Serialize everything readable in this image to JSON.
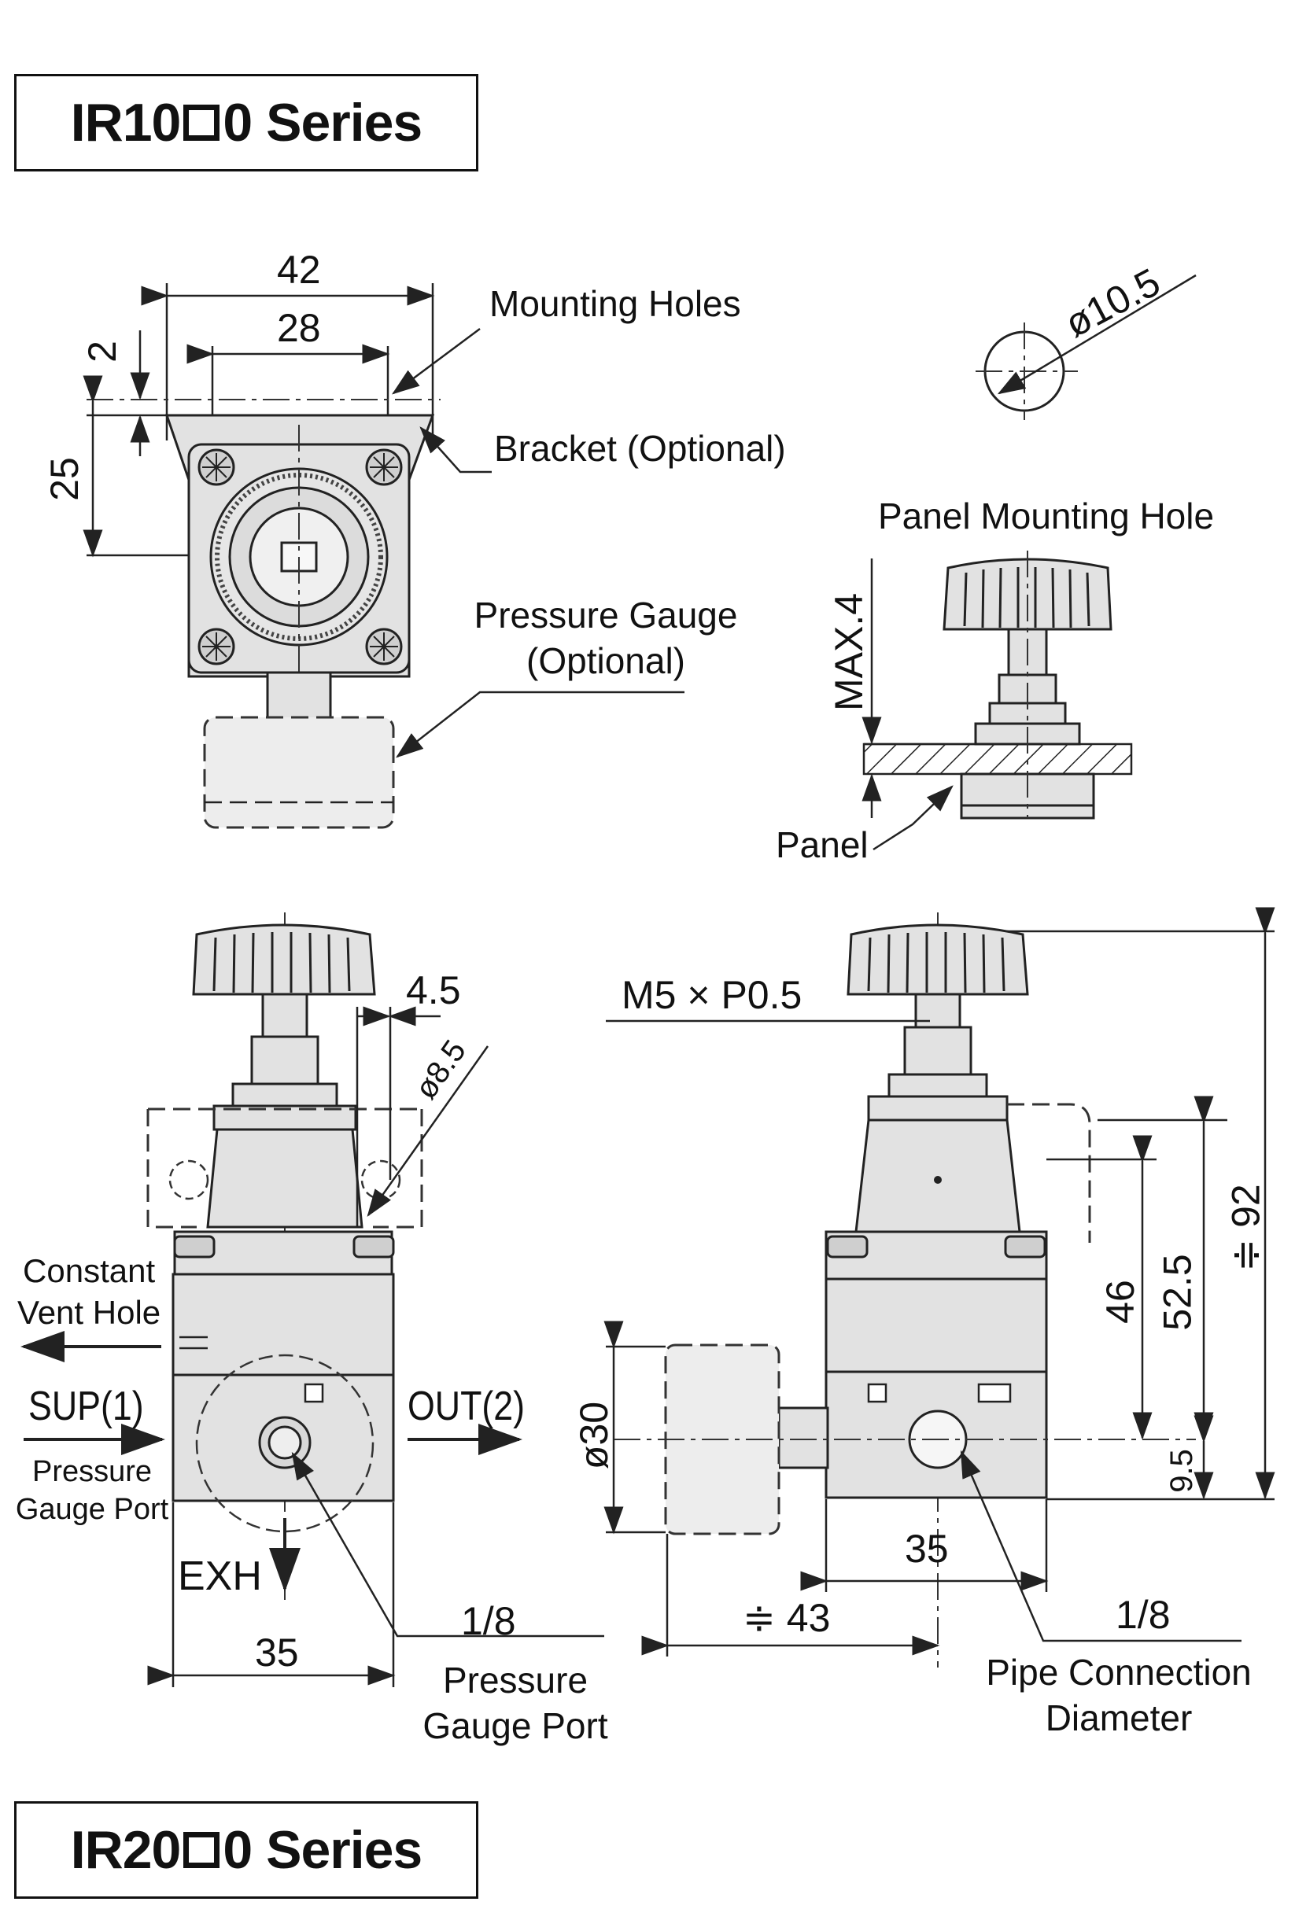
{
  "top_series": {
    "prefix": "IR10",
    "suffix": "0 Series"
  },
  "bottom_series": {
    "prefix": "IR20",
    "suffix": "0 Series"
  },
  "labels": {
    "mounting_holes": "Mounting Holes",
    "bracket": "Bracket (Optional)",
    "pressure_gauge_line1": "Pressure Gauge",
    "pressure_gauge_line2": "(Optional)",
    "panel_mounting_hole": "Panel Mounting Hole",
    "panel": "Panel",
    "constant_vent_line1": "Constant",
    "constant_vent_line2": "Vent Hole",
    "sup": "SUP(1)",
    "out": "OUT(2)",
    "exh": "EXH",
    "pg_port_left_line1": "Pressure",
    "pg_port_left_line2": "Gauge Port",
    "pg_port_bottom_line1": "Pressure",
    "pg_port_bottom_line2": "Gauge Port",
    "pipe_conn_line1": "Pipe Connection",
    "pipe_conn_line2": "Diameter",
    "thread": "M5 × P0.5"
  },
  "dimensions": {
    "w42": "42",
    "w28": "28",
    "t2": "2",
    "h25": "25",
    "d10_5": "ø10.5",
    "max4": "MAX.4",
    "d4_5": "4.5",
    "d8_5": "ø8.5",
    "w35_left": "35",
    "p18_left": "1/8",
    "d30": "ø30",
    "w35_right": "35",
    "w43": "≑ 43",
    "p18_right": "1/8",
    "h46": "46",
    "h52_5": "52.5",
    "h92": "≑ 92",
    "h9_5": "9.5"
  }
}
